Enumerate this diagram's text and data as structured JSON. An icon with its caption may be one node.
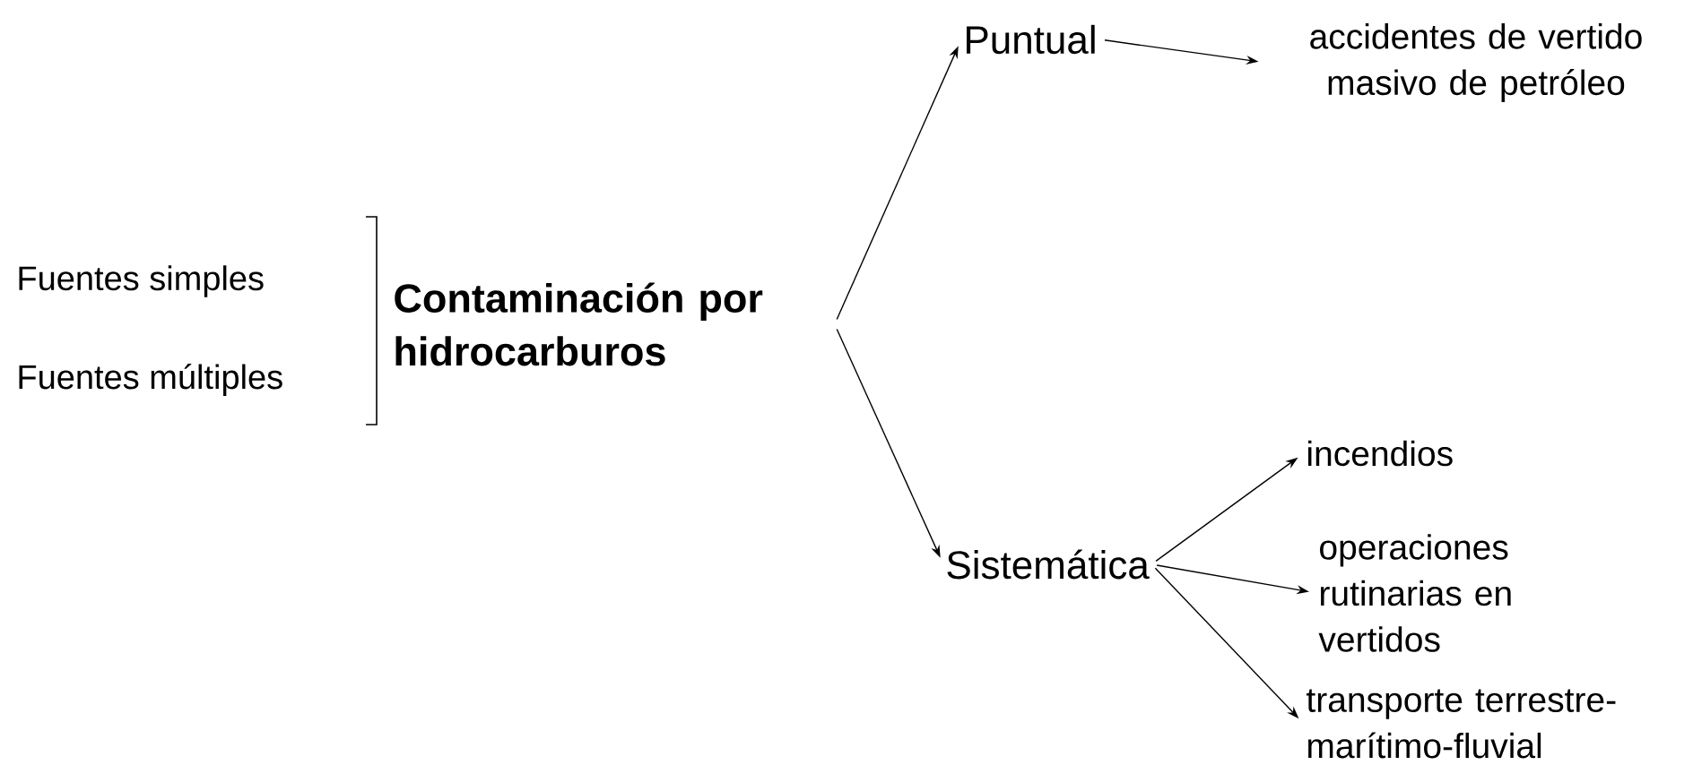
{
  "diagram": {
    "nodes": [
      {
        "text": [
          "Fuentes simples"
        ]
      },
      {
        "text": [
          "Fuentes múltiples"
        ]
      },
      {
        "text": [
          "Contaminación por hidrocarburos"
        ]
      },
      {
        "text": [
          "Puntual"
        ]
      },
      {
        "text": [
          "accidentes de vertido masivo de petróleo"
        ]
      },
      {
        "text": [
          "Sistemática"
        ]
      },
      {
        "text": [
          "incendios"
        ]
      },
      {
        "text": [
          "operaciones rutinarias en vertidos"
        ]
      },
      {
        "text": [
          "transporte terrestre-marítimo-fluvial"
        ]
      }
    ],
    "edges": [
      {
        "from": 2,
        "to": 3,
        "arrow": "to"
      },
      {
        "from": 2,
        "to": 5,
        "arrow": "to"
      },
      {
        "from": 3,
        "to": 4,
        "arrow": "to"
      },
      {
        "from": 5,
        "to": 6,
        "arrow": "to"
      },
      {
        "from": 5,
        "to": 7,
        "arrow": "to"
      },
      {
        "from": 5,
        "to": 8,
        "arrow": "to"
      }
    ]
  }
}
